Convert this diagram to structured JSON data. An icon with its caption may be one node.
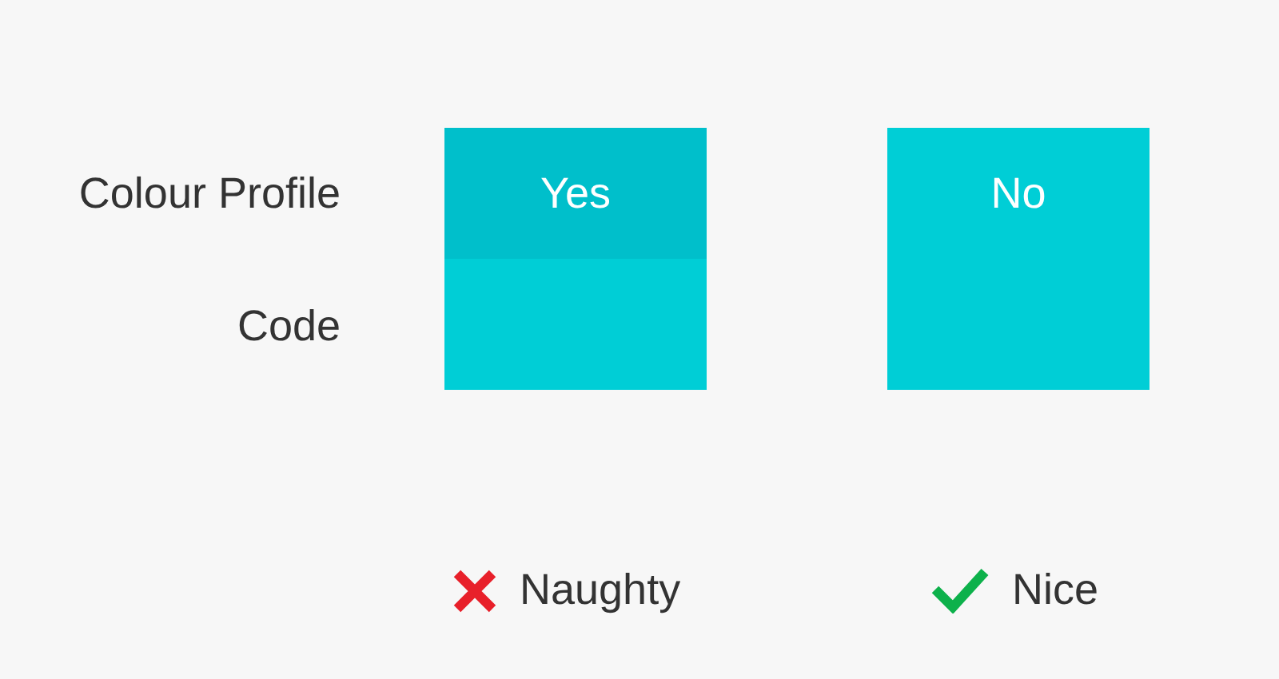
{
  "diagram": {
    "nodes": [
      {
        "text": [
          "Yes"
        ]
      },
      {
        "text": [],
        "shape": "box"
      },
      {
        "text": [
          "No"
        ]
      }
    ],
    "labels": [
      "Colour Profile",
      "Code",
      "Naughty",
      "Nice"
    ]
  }
}
